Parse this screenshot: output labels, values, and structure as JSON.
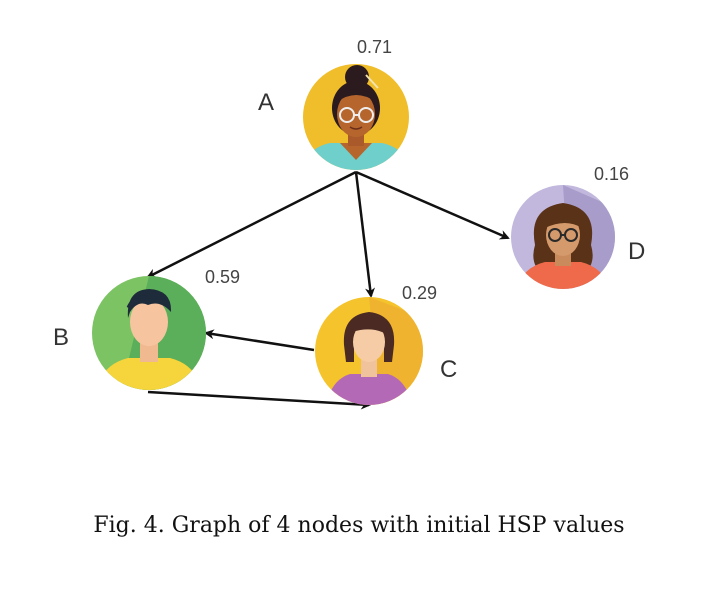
{
  "caption": "Fig. 4.  Graph of 4 nodes with initial HSP values",
  "nodes": [
    {
      "id": "A",
      "label": "A",
      "value": "0.71"
    },
    {
      "id": "B",
      "label": "B",
      "value": "0.59"
    },
    {
      "id": "C",
      "label": "C",
      "value": "0.29"
    },
    {
      "id": "D",
      "label": "D",
      "value": "0.16"
    }
  ],
  "edges": [
    {
      "from": "A",
      "to": "B"
    },
    {
      "from": "A",
      "to": "C"
    },
    {
      "from": "A",
      "to": "D"
    },
    {
      "from": "C",
      "to": "B"
    },
    {
      "from": "B",
      "to": "C"
    }
  ],
  "colors": {
    "edge": "#111111",
    "A_bg": "#F0BE2A",
    "B_bg": "#7CC363",
    "C_bg": "#F5C42C",
    "D_bg": "#C2B8DD"
  }
}
